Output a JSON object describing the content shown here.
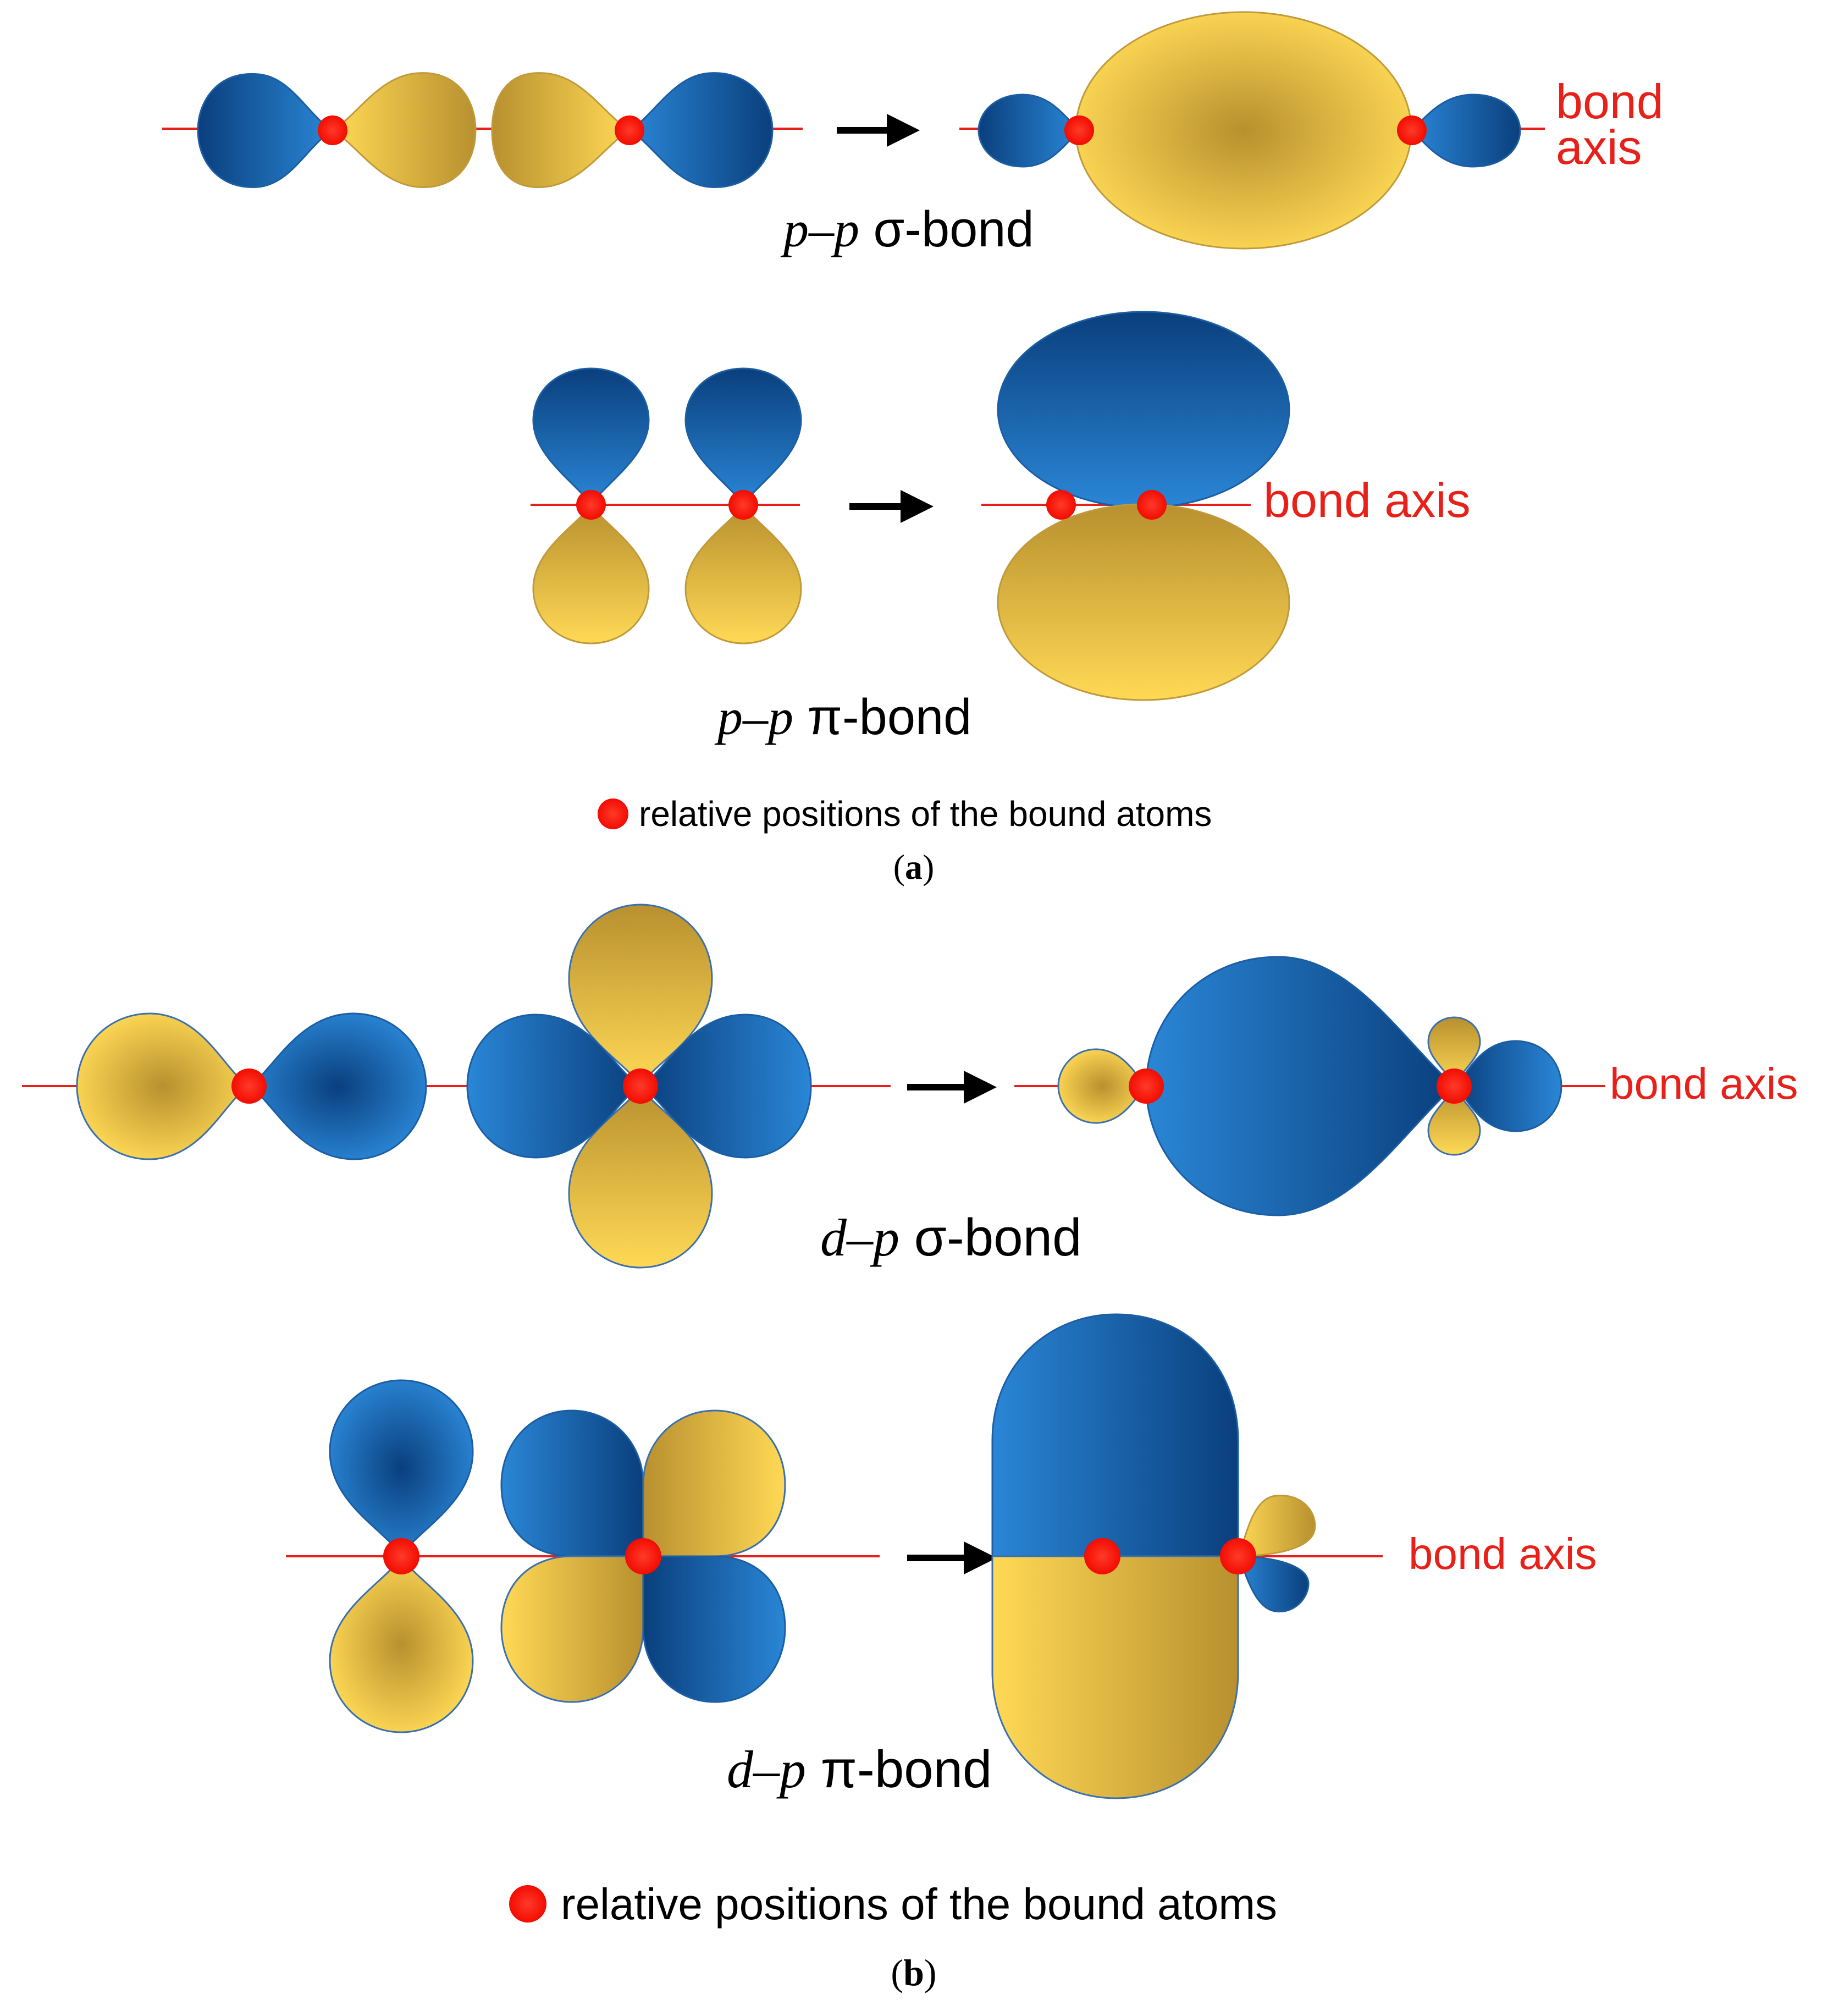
{
  "colors": {
    "blue_light": "#2a86d6",
    "blue_dark": "#0a3f7d",
    "yellow_light": "#ffd955",
    "yellow_dark": "#b8902f",
    "atom_red": "#ff1a0e",
    "axis_red": "#e8201a",
    "arrow": "#000000"
  },
  "panel_a": {
    "pp_sigma": {
      "label_p1": "p",
      "label_dash": "–",
      "label_p2": "p",
      "label_rest": " σ-bond",
      "axis_label_line1": "bond",
      "axis_label_line2": "axis"
    },
    "pp_pi": {
      "label_p1": "p",
      "label_dash": "–",
      "label_p2": "p",
      "label_rest": " π-bond",
      "axis_label": "bond axis"
    },
    "legend_text": "relative positions of the bound atoms",
    "caption_open": "(",
    "caption_letter": "a",
    "caption_close": ")"
  },
  "panel_b": {
    "dp_sigma": {
      "label_p1": "d",
      "label_dash": "–",
      "label_p2": "p",
      "label_rest": " σ-bond",
      "axis_label": "bond axis"
    },
    "dp_pi": {
      "label_p1": "d",
      "label_dash": "–",
      "label_p2": "p",
      "label_rest": " π-bond",
      "axis_label": "bond axis"
    },
    "legend_text": "relative positions of the bound atoms",
    "caption_open": "(",
    "caption_letter": "b",
    "caption_close": ")"
  }
}
